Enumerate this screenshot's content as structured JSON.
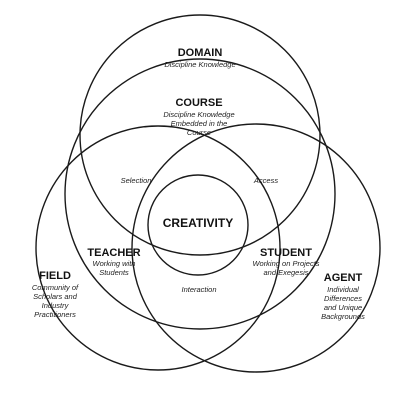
{
  "domain": {
    "title": "DOMAIN",
    "subtitle": "Discipline Knowledge"
  },
  "course": {
    "title": "COURSE",
    "subtitle": [
      "Discipline Knowledge",
      "Embedded in the",
      "Course"
    ]
  },
  "field": {
    "title": "FIELD",
    "subtitle": [
      "Community of",
      "Scholars and",
      "Industry",
      "Practitioners"
    ]
  },
  "agent": {
    "title": "AGENT",
    "subtitle": [
      "Individual",
      "Differences",
      "and Unique",
      "Backgrounds"
    ]
  },
  "teacher": {
    "title": "TEACHER",
    "subtitle": [
      "Working with",
      "Students"
    ]
  },
  "student": {
    "title": "STUDENT",
    "subtitle": [
      "Working on Projects",
      "and Exegesis"
    ]
  },
  "center": {
    "title": "CREATIVITY"
  },
  "overlaps": {
    "selection": "Selection",
    "access": "Access",
    "interaction": "Interaction"
  }
}
